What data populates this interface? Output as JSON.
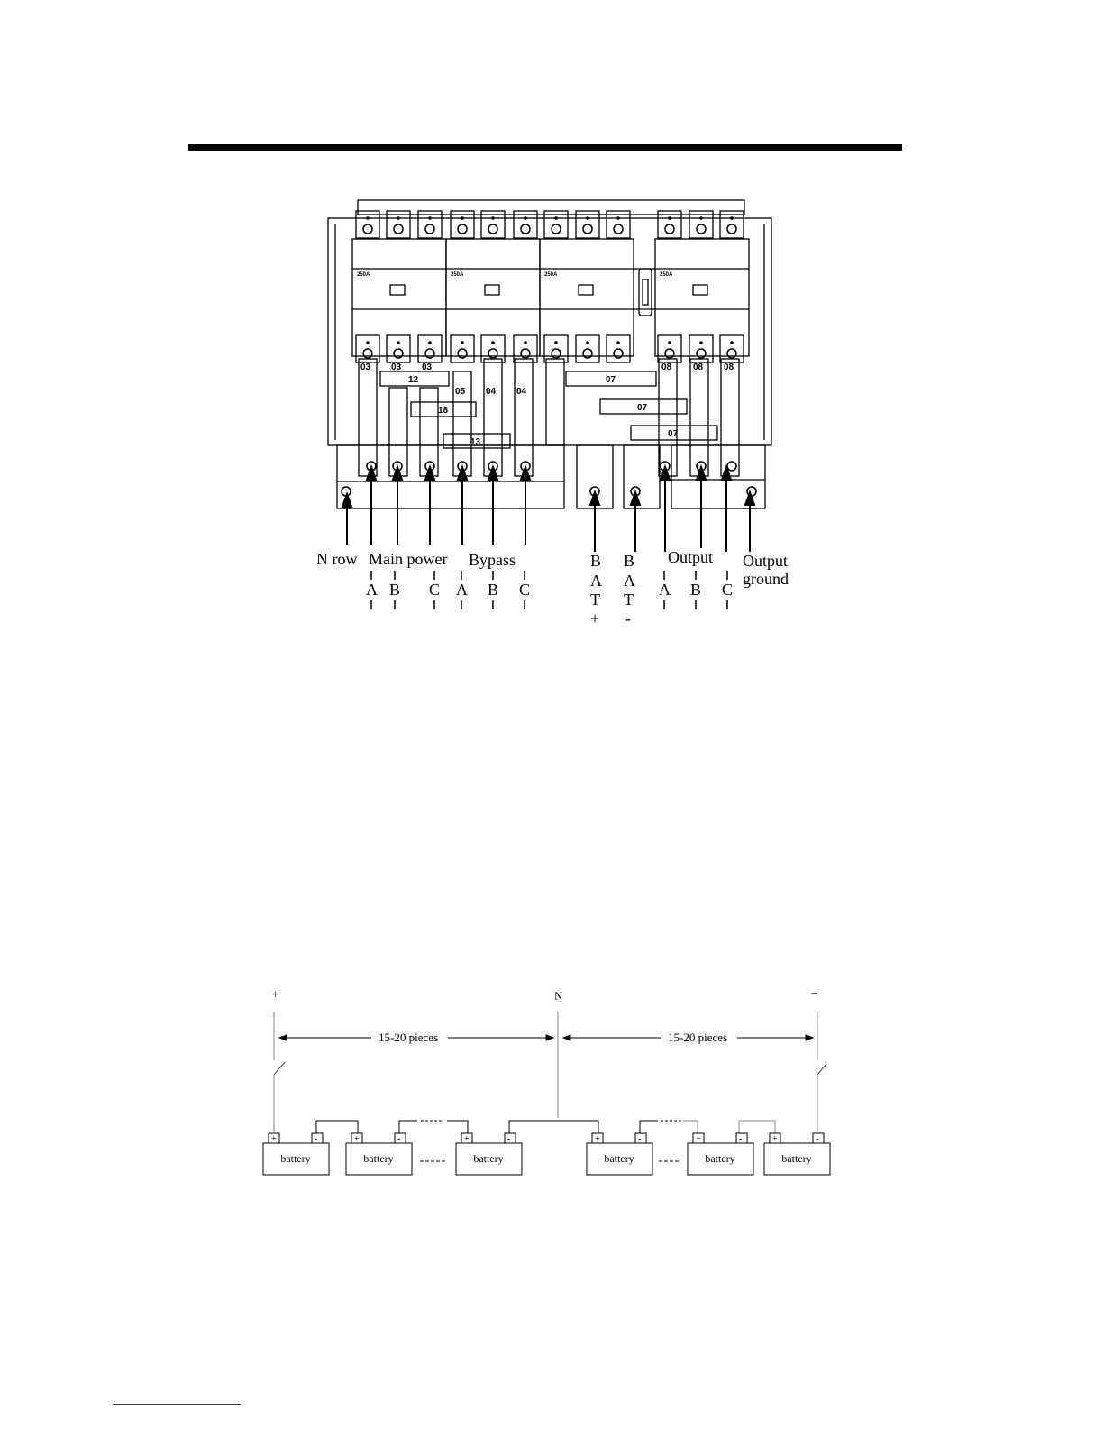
{
  "terminal_diagram": {
    "labels": {
      "n_row": "N row",
      "main_power": "Main power",
      "bypass": "Bypass",
      "output": "Output",
      "output_ground_line1": "Output",
      "output_ground_line2": "ground",
      "phase_a": "A",
      "phase_b": "B",
      "phase_c": "C",
      "bat_plus_letters": [
        "B",
        "A",
        "T",
        "+"
      ],
      "bat_minus_letters": [
        "B",
        "A",
        "T",
        "-"
      ]
    },
    "busbar_codes": {
      "main_top": "03",
      "bypass_top": "04",
      "bypass_low": "05",
      "output_top": "08",
      "link_12": "12",
      "link_18": "18",
      "link_13": "13",
      "bat_07": "07"
    },
    "breaker_ratings": [
      "250A",
      "250A",
      "250A",
      "250A"
    ]
  },
  "battery_diagram": {
    "pos_terminal": "+",
    "neutral_terminal": "N",
    "neg_terminal": "−",
    "left_span_label": "15-20 pieces",
    "right_span_label": "15-20 pieces",
    "battery_label": "battery",
    "plus_mark": "+",
    "minus_mark": "-",
    "ellipsis": "------"
  }
}
